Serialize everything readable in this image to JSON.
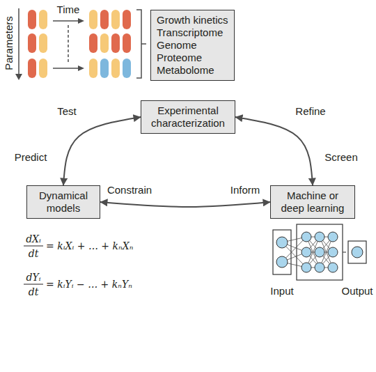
{
  "diagram": {
    "nodes": [
      {
        "text": [
          "Growth kinetics",
          "Transcriptome",
          "Genome",
          "Proteome",
          "Metabolome"
        ]
      },
      {
        "text": [
          "Experimental characterization"
        ]
      },
      {
        "text": [
          "Dynamical models"
        ]
      },
      {
        "text": [
          "Machine or deep learning"
        ]
      }
    ],
    "edges": [
      {
        "from": 1,
        "to": 2,
        "label": "Test",
        "arrow": "both"
      },
      {
        "from": 1,
        "to": 3,
        "label": "Screen",
        "arrow": "both"
      },
      {
        "from": 2,
        "to": 3,
        "label": "Constrain",
        "arrow": "both"
      }
    ],
    "labels": [
      "Parameters",
      "Time",
      "Predict",
      "Refine",
      "Inform",
      "dXᵢ",
      "dt",
      "= kᵢXᵢ + … + kₙXₙ",
      "dYᵢ",
      "dt",
      "= kᵢYᵢ − … + kₙYₙ",
      "Input",
      "Output"
    ]
  }
}
